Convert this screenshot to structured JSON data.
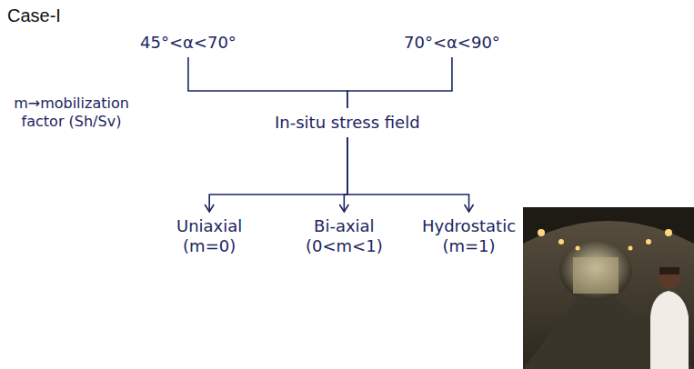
{
  "diagram": {
    "title": "Case-I",
    "nodes": [
      {
        "text": [
          "45°<α<70°"
        ]
      },
      {
        "text": [
          "70°<α<90°"
        ]
      },
      {
        "text": [
          "In-situ stress field"
        ]
      },
      {
        "text": [
          "Uniaxial",
          "(m=0)"
        ]
      },
      {
        "text": [
          "Bi-axial",
          "(0<m<1)"
        ]
      },
      {
        "text": [
          "Hydrostatic",
          "(m=1)"
        ]
      }
    ],
    "edges": [
      {
        "from": 0,
        "to": 2,
        "arrow": "none"
      },
      {
        "from": 1,
        "to": 2,
        "arrow": "none"
      },
      {
        "from": 2,
        "to": 3,
        "arrow": "to"
      },
      {
        "from": 2,
        "to": 4,
        "arrow": "to"
      },
      {
        "from": 2,
        "to": 5,
        "arrow": "to"
      }
    ],
    "labels": [
      "m→mobilization factor (Sh/Sv)"
    ]
  }
}
